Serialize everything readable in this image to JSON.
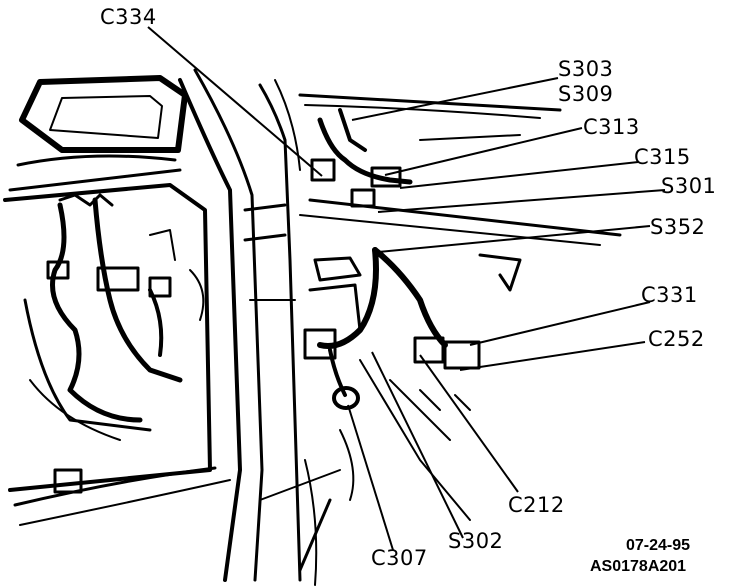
{
  "labels": {
    "c334": "C334",
    "s303": "S303",
    "s309": "S309",
    "c313": "C313",
    "c315": "C315",
    "s301": "S301",
    "s352": "S352",
    "c331": "C331",
    "c252": "C252",
    "c212": "C212",
    "s302": "S302",
    "c307": "C307"
  },
  "footer": {
    "date": "07-24-95",
    "code": "AS0178A201"
  },
  "colors": {
    "ink": "#000000",
    "paper": "#ffffff"
  }
}
